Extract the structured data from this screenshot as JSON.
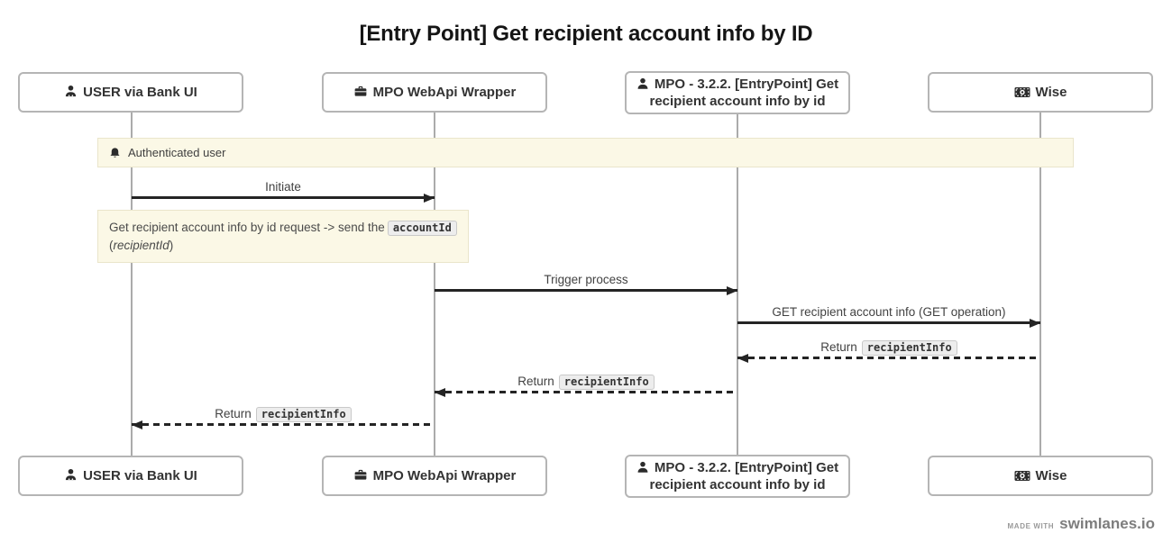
{
  "title": "[Entry Point] Get recipient account info by ID",
  "actors": [
    {
      "name": "USER via Bank UI",
      "icon": "person-icon"
    },
    {
      "name": "MPO WebApi Wrapper",
      "icon": "briefcase-icon"
    },
    {
      "name": "MPO - 3.2.2. [EntryPoint] Get recipient account info by id",
      "icon": "user-icon"
    },
    {
      "name": "Wise",
      "icon": "money-bill-icon"
    }
  ],
  "banner": {
    "icon": "bell-icon",
    "text": "Authenticated user"
  },
  "note": {
    "text_before_code": "Get recipient account info by id request -> send the",
    "code": "accountId",
    "paren_open": "(",
    "italic_text": "recipientId",
    "paren_close": ")"
  },
  "messages": [
    {
      "label": "Initiate",
      "type": "solid",
      "from": "USER via Bank UI",
      "to": "MPO WebApi Wrapper"
    },
    {
      "label": "Trigger process",
      "type": "solid",
      "from": "MPO WebApi Wrapper",
      "to": "MPO - 3.2.2. [EntryPoint] Get recipient account info by id"
    },
    {
      "label": "GET recipient account info (GET operation)",
      "type": "solid",
      "from": "MPO - 3.2.2. [EntryPoint] Get recipient account info by id",
      "to": "Wise"
    },
    {
      "label": "Return",
      "code": "recipientInfo",
      "type": "dashed",
      "from": "Wise",
      "to": "MPO - 3.2.2. [EntryPoint] Get recipient account info by id"
    },
    {
      "label": "Return",
      "code": "recipientInfo",
      "type": "dashed",
      "from": "MPO - 3.2.2. [EntryPoint] Get recipient account info by id",
      "to": "MPO WebApi Wrapper"
    },
    {
      "label": "Return",
      "code": "recipientInfo",
      "type": "dashed",
      "from": "MPO WebApi Wrapper",
      "to": "USER via Bank UI"
    }
  ],
  "footer": {
    "made_with": "MADE WITH",
    "brand": "swimlanes.io"
  },
  "colors": {
    "note_bg": "#fbf8e6",
    "note_border": "#eae5cb",
    "arrow": "#242424",
    "lifeline": "#ababab",
    "actor_border": "#b5b5b5",
    "code_bg": "#ededed",
    "code_border": "#c9c9c9"
  }
}
